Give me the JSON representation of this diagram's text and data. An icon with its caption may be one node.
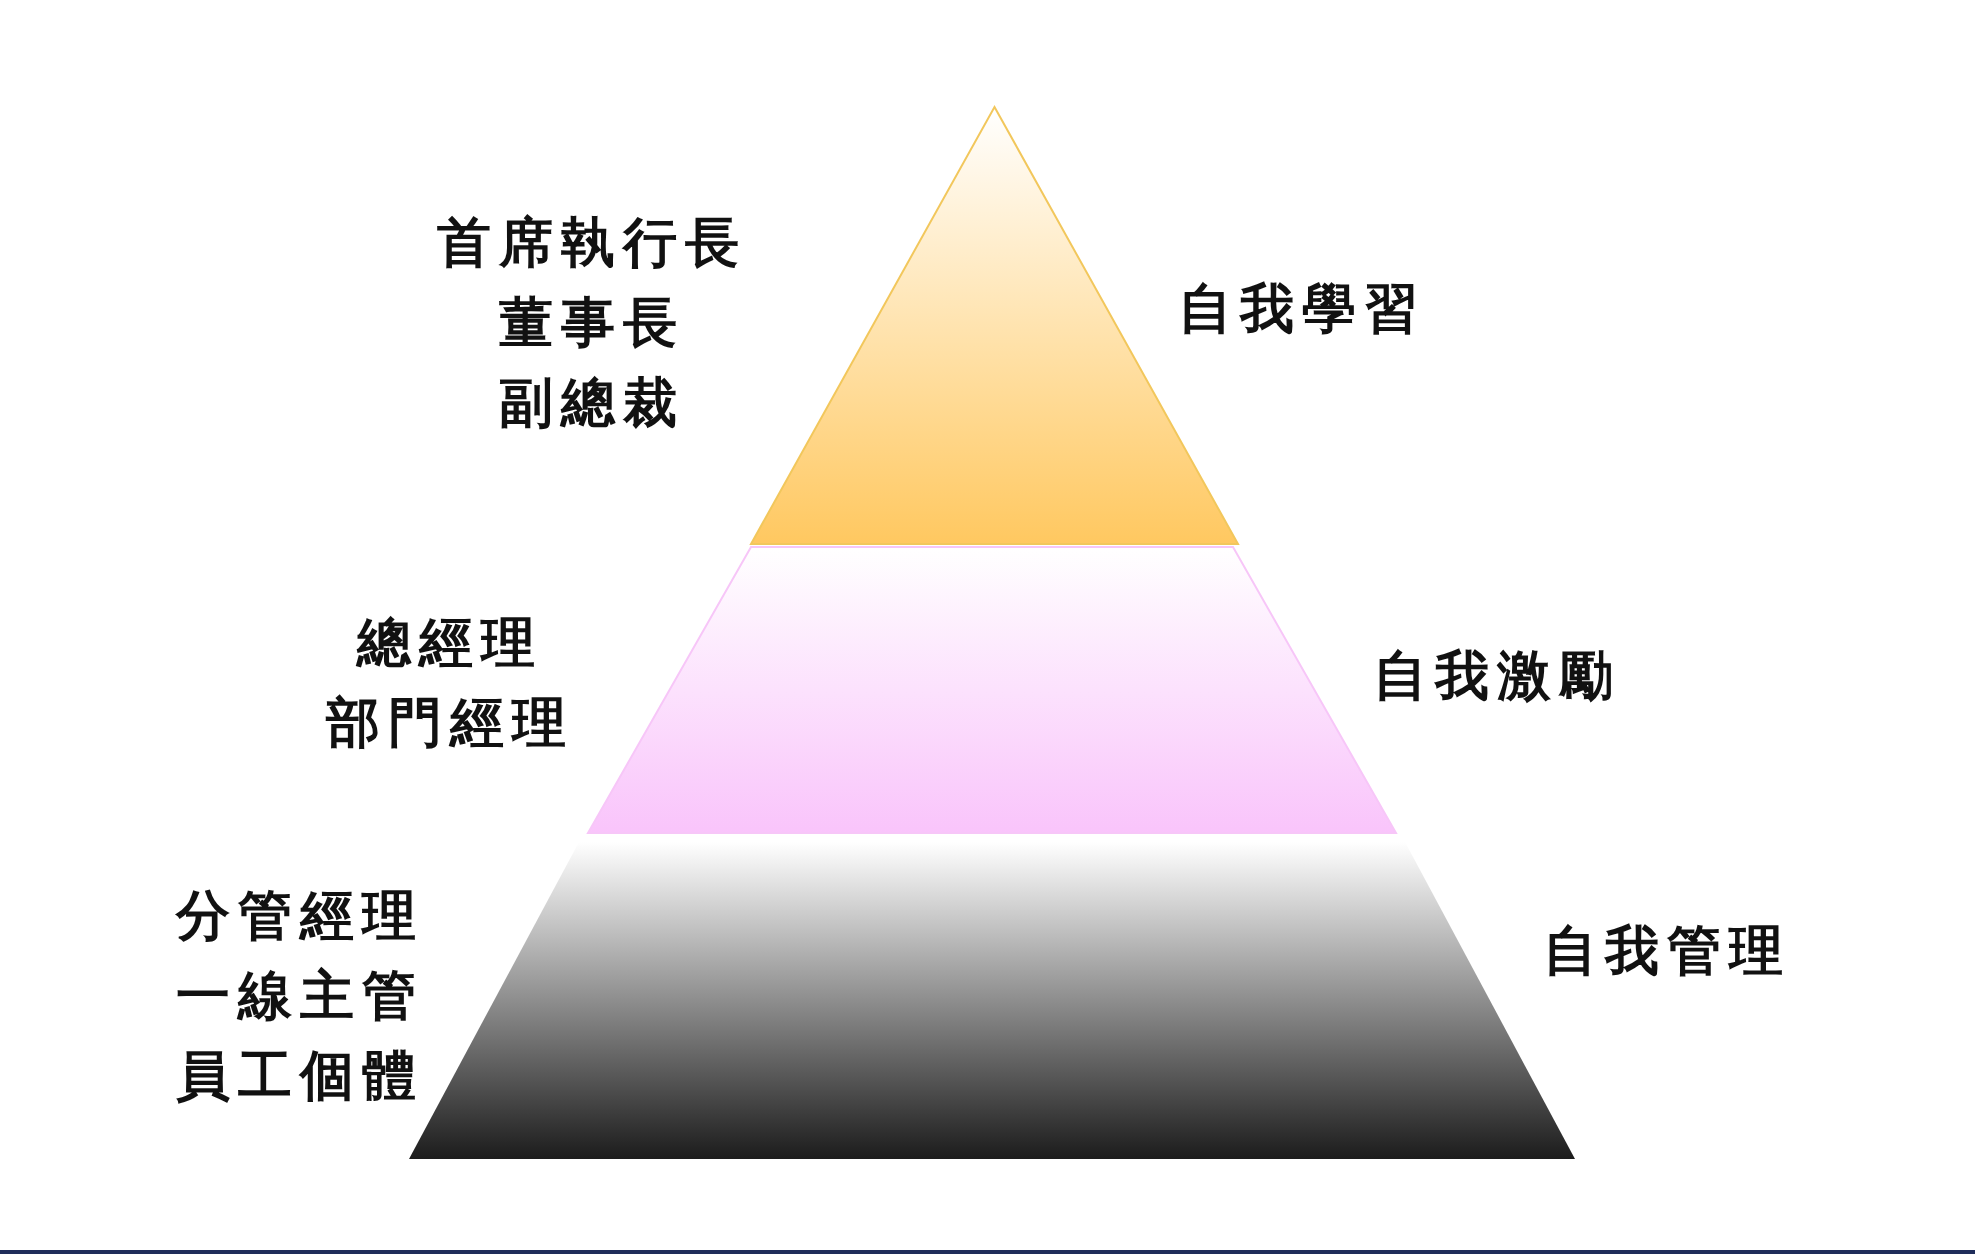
{
  "diagram": {
    "nodes": [
      {
        "text": [],
        "shape": "triangle",
        "beside": [
          "首席執行長",
          "董事長",
          "副總裁",
          "自我學習"
        ]
      },
      {
        "text": [],
        "shape": "band",
        "beside": [
          "總經理",
          "部門經理",
          "自我激勵"
        ]
      },
      {
        "text": [],
        "shape": "band",
        "beside": [
          "分管經理",
          "一線主管",
          "員工個體",
          "自我管理"
        ]
      }
    ]
  }
}
